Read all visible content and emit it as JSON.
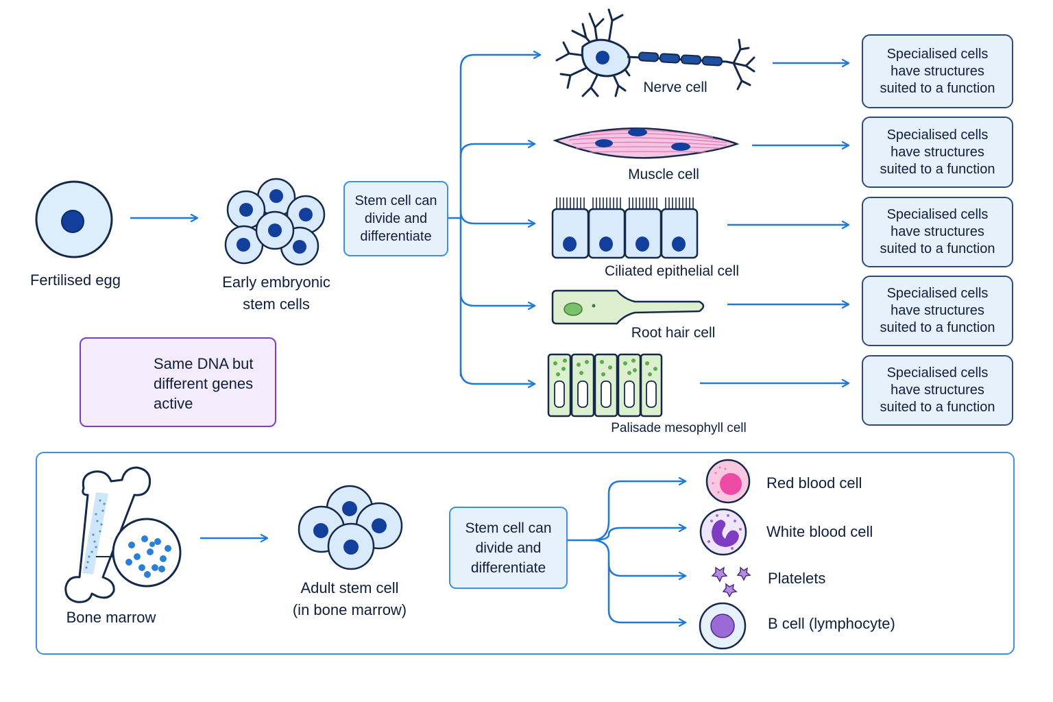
{
  "labels": {
    "fertilised_egg": "Fertilised egg",
    "early_embryonic": "Early embryonic\nstem cells",
    "stem_cell_top": "Stem cell can\ndivide and\ndifferentiate",
    "nerve": "Nerve cell",
    "muscle": "Muscle cell",
    "ciliated": "Ciliated epithelial cell",
    "root_hair": "Root hair cell",
    "palisade": "Palisade mesophyll cell",
    "dna_note": "Same DNA but\ndifferent genes\nactive",
    "bone_marrow": "Bone marrow",
    "adult_stem": "Adult stem cell\n(in bone marrow)",
    "stem_cell_bottom": "Stem cell can\ndivide and\ndifferentiate",
    "red_blood": "Red blood cell",
    "white_blood": "White blood cell",
    "platelets": "Platelets",
    "b_cell": "B cell (lymphocyte)"
  },
  "specialised_boxes": [
    "Specialised cells\nhave structures\nsuited to a function",
    "Specialised cells\nhave structures\nsuited to a function",
    "Specialised cells\nhave structures\nsuited to a function",
    "Specialised cells\nhave structures\nsuited to a function",
    "Specialised cells\nhave structures\nsuited to a function"
  ],
  "colors": {
    "arrow": "#1f78d8",
    "outline": "#14284a",
    "cell_fill": "#d8eafb",
    "nucleus": "#123f9c",
    "muscle_fill": "#f5c6e4",
    "plant_fill": "#dcf0cf",
    "dna": "#7d3cc2",
    "panel_border": "#3d8fe0"
  }
}
